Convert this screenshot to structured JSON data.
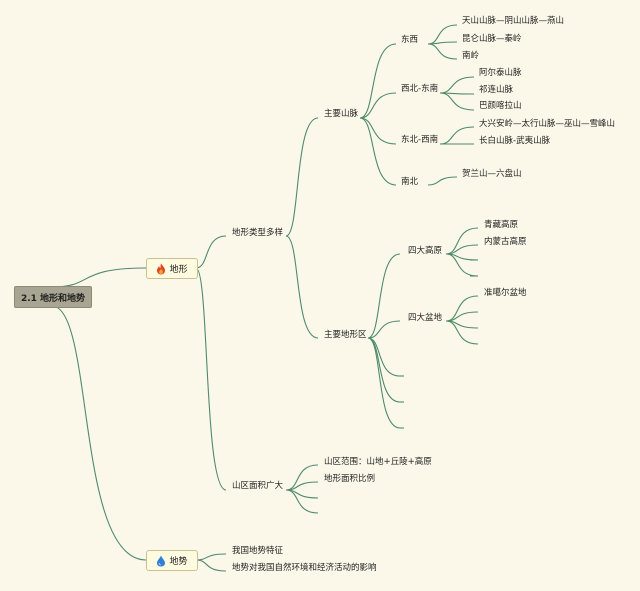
{
  "root": "2.1 地形和地势",
  "topics": {
    "terrain": {
      "label": "地形",
      "icon": "fire-icon"
    },
    "relief": {
      "label": "地势",
      "icon": "water-drop-icon"
    }
  },
  "terrain": {
    "types": "地形类型多样",
    "mountain_area": "山区面积广大",
    "main_mountains": "主要山脉",
    "main_regions": "主要地形区",
    "directions": {
      "ew": "东西",
      "nwse": "西北-东南",
      "nesw": "东北-西南",
      "ns": "南北"
    },
    "ranges": {
      "ew": [
        "天山山脉—阴山山脉—燕山",
        "昆仑山脉—秦岭",
        "南岭"
      ],
      "nwse": [
        "阿尔泰山脉",
        "祁连山脉",
        "巴颜喀拉山"
      ],
      "nesw": [
        "大兴安岭—太行山脉—巫山—雪峰山",
        "长白山脉-武夷山脉"
      ],
      "ns": [
        "贺兰山—六盘山"
      ]
    },
    "plateaus": "四大高原",
    "plateau_items": [
      "青藏高原",
      "内蒙古高原",
      "",
      ""
    ],
    "basins": "四大盆地",
    "basin_items": [
      "准噶尔盆地",
      "",
      "",
      ""
    ],
    "extra_regions": [
      "",
      "",
      ""
    ],
    "area_items": [
      "山区范围：山地+丘陵+高原",
      "地形面积比例",
      "",
      ""
    ]
  },
  "relief": {
    "items": [
      "我国地势特征",
      "地势对我国自然环境和经济活动的影响"
    ]
  },
  "colors": {
    "line": "#4f8a6a",
    "background": "#fbf8ea",
    "root_fill": "#a8a692"
  }
}
